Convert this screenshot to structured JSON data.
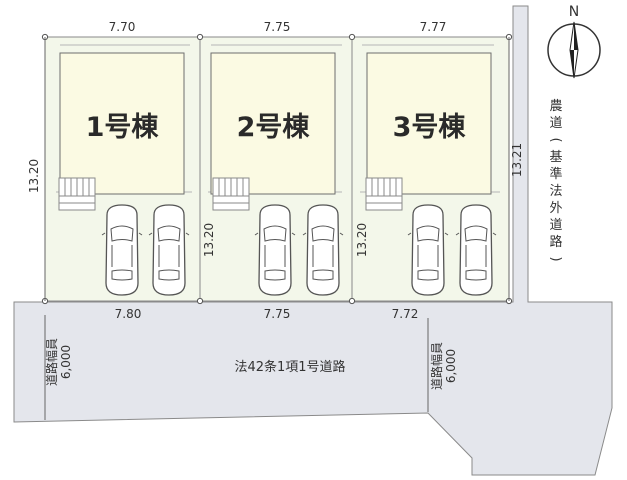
{
  "compass": {
    "label": "N",
    "icon": "north-arrow-icon"
  },
  "top_dimensions": [
    "7.70",
    "7.75",
    "7.77"
  ],
  "bottom_dimensions": [
    "7.80",
    "7.75",
    "7.72"
  ],
  "depth_dimensions": {
    "lot1_left": "13.20",
    "lot2_left": "13.20",
    "lot3_left": "13.20",
    "lot3_right": "13.21"
  },
  "buildings": [
    {
      "label": "1号棟"
    },
    {
      "label": "2号棟"
    },
    {
      "label": "3号棟"
    }
  ],
  "side_road": {
    "label_chars": [
      "農",
      "道",
      "(",
      "基",
      "準",
      "法",
      "外",
      "道",
      "路",
      ")"
    ]
  },
  "front_road": {
    "label": "法42条1項1号道路"
  },
  "road_width_left": {
    "title": "道路幅員",
    "value": "6,000"
  },
  "road_width_right": {
    "title": "道路幅員",
    "value": "6,000"
  },
  "colors": {
    "road_fill": "#e4e6ec",
    "lot_fill": "#f3f7ea",
    "building_fill": "#fbfae3",
    "line": "#7a7a7a",
    "text": "#333333"
  }
}
